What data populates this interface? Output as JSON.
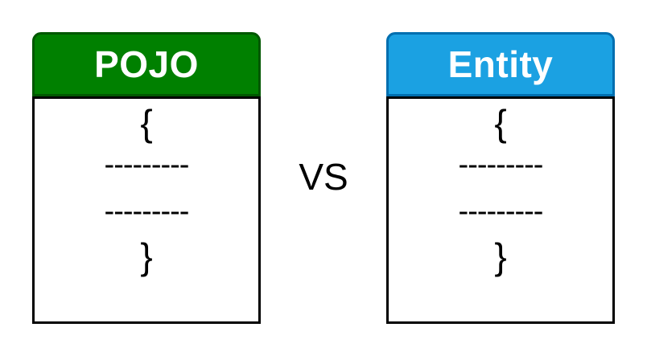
{
  "colors": {
    "pojo_header_fill": "#008000",
    "pojo_header_border": "#005700",
    "entity_header_fill": "#1ba1e2",
    "entity_header_border": "#006eaf",
    "box_border": "#000000",
    "header_text": "#ffffff"
  },
  "left_card": {
    "title": "POJO",
    "lines": [
      "{",
      "---------",
      "---------",
      "}"
    ]
  },
  "separator": {
    "label": "VS"
  },
  "right_card": {
    "title": "Entity",
    "lines": [
      "{",
      "---------",
      "---------",
      "}"
    ]
  }
}
